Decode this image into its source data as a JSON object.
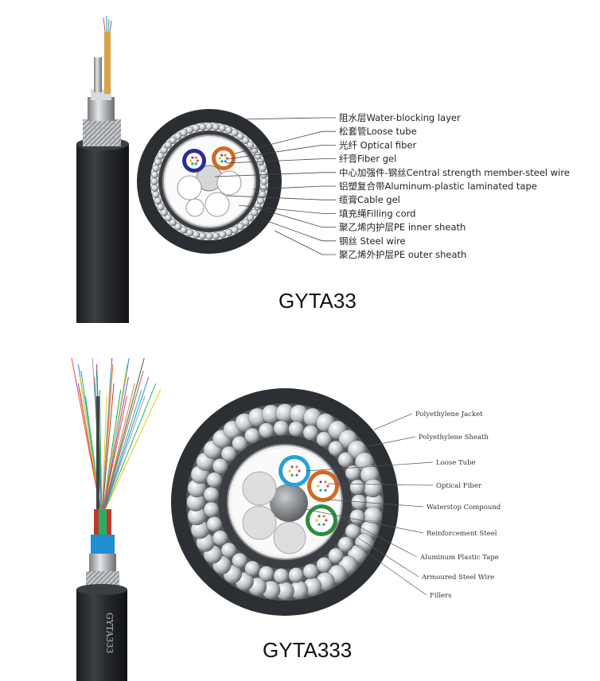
{
  "top": {
    "title": "GYTA33",
    "labels": [
      "阻水层Water-blocking layer",
      "松套管Loose tube",
      "光纤 Optical fiber",
      "纤膏Fiber gel",
      "中心加强件-钢丝Central strength member-steel wire",
      "铝塑复合带Aluminum-plastic laminated tape",
      "缆膏Cable gel",
      "填充绳Filling cord",
      "聚乙烯内护层PE inner sheath",
      "钢丝 Steel wire",
      "聚乙烯外护层PE outer sheath"
    ]
  },
  "bottom": {
    "title": "GYTA333",
    "cable_print": "GYTA333",
    "labels": [
      "Polyethylene Jacket",
      "Polyethylene Sheath",
      "Loose Tube",
      "Optical Fiber",
      "Waterstop Compound",
      "Reinforcement Steel",
      "Aluminum Plastic Tape",
      "Armoured Steel Wire",
      "Fillers"
    ]
  },
  "colors": {
    "sheath": "#2a2d31",
    "tube_blue": "#2b2e8f",
    "tube_orange": "#d2691e",
    "tube_cyan": "#2a9fd6",
    "tube_green": "#2e8b3a"
  }
}
